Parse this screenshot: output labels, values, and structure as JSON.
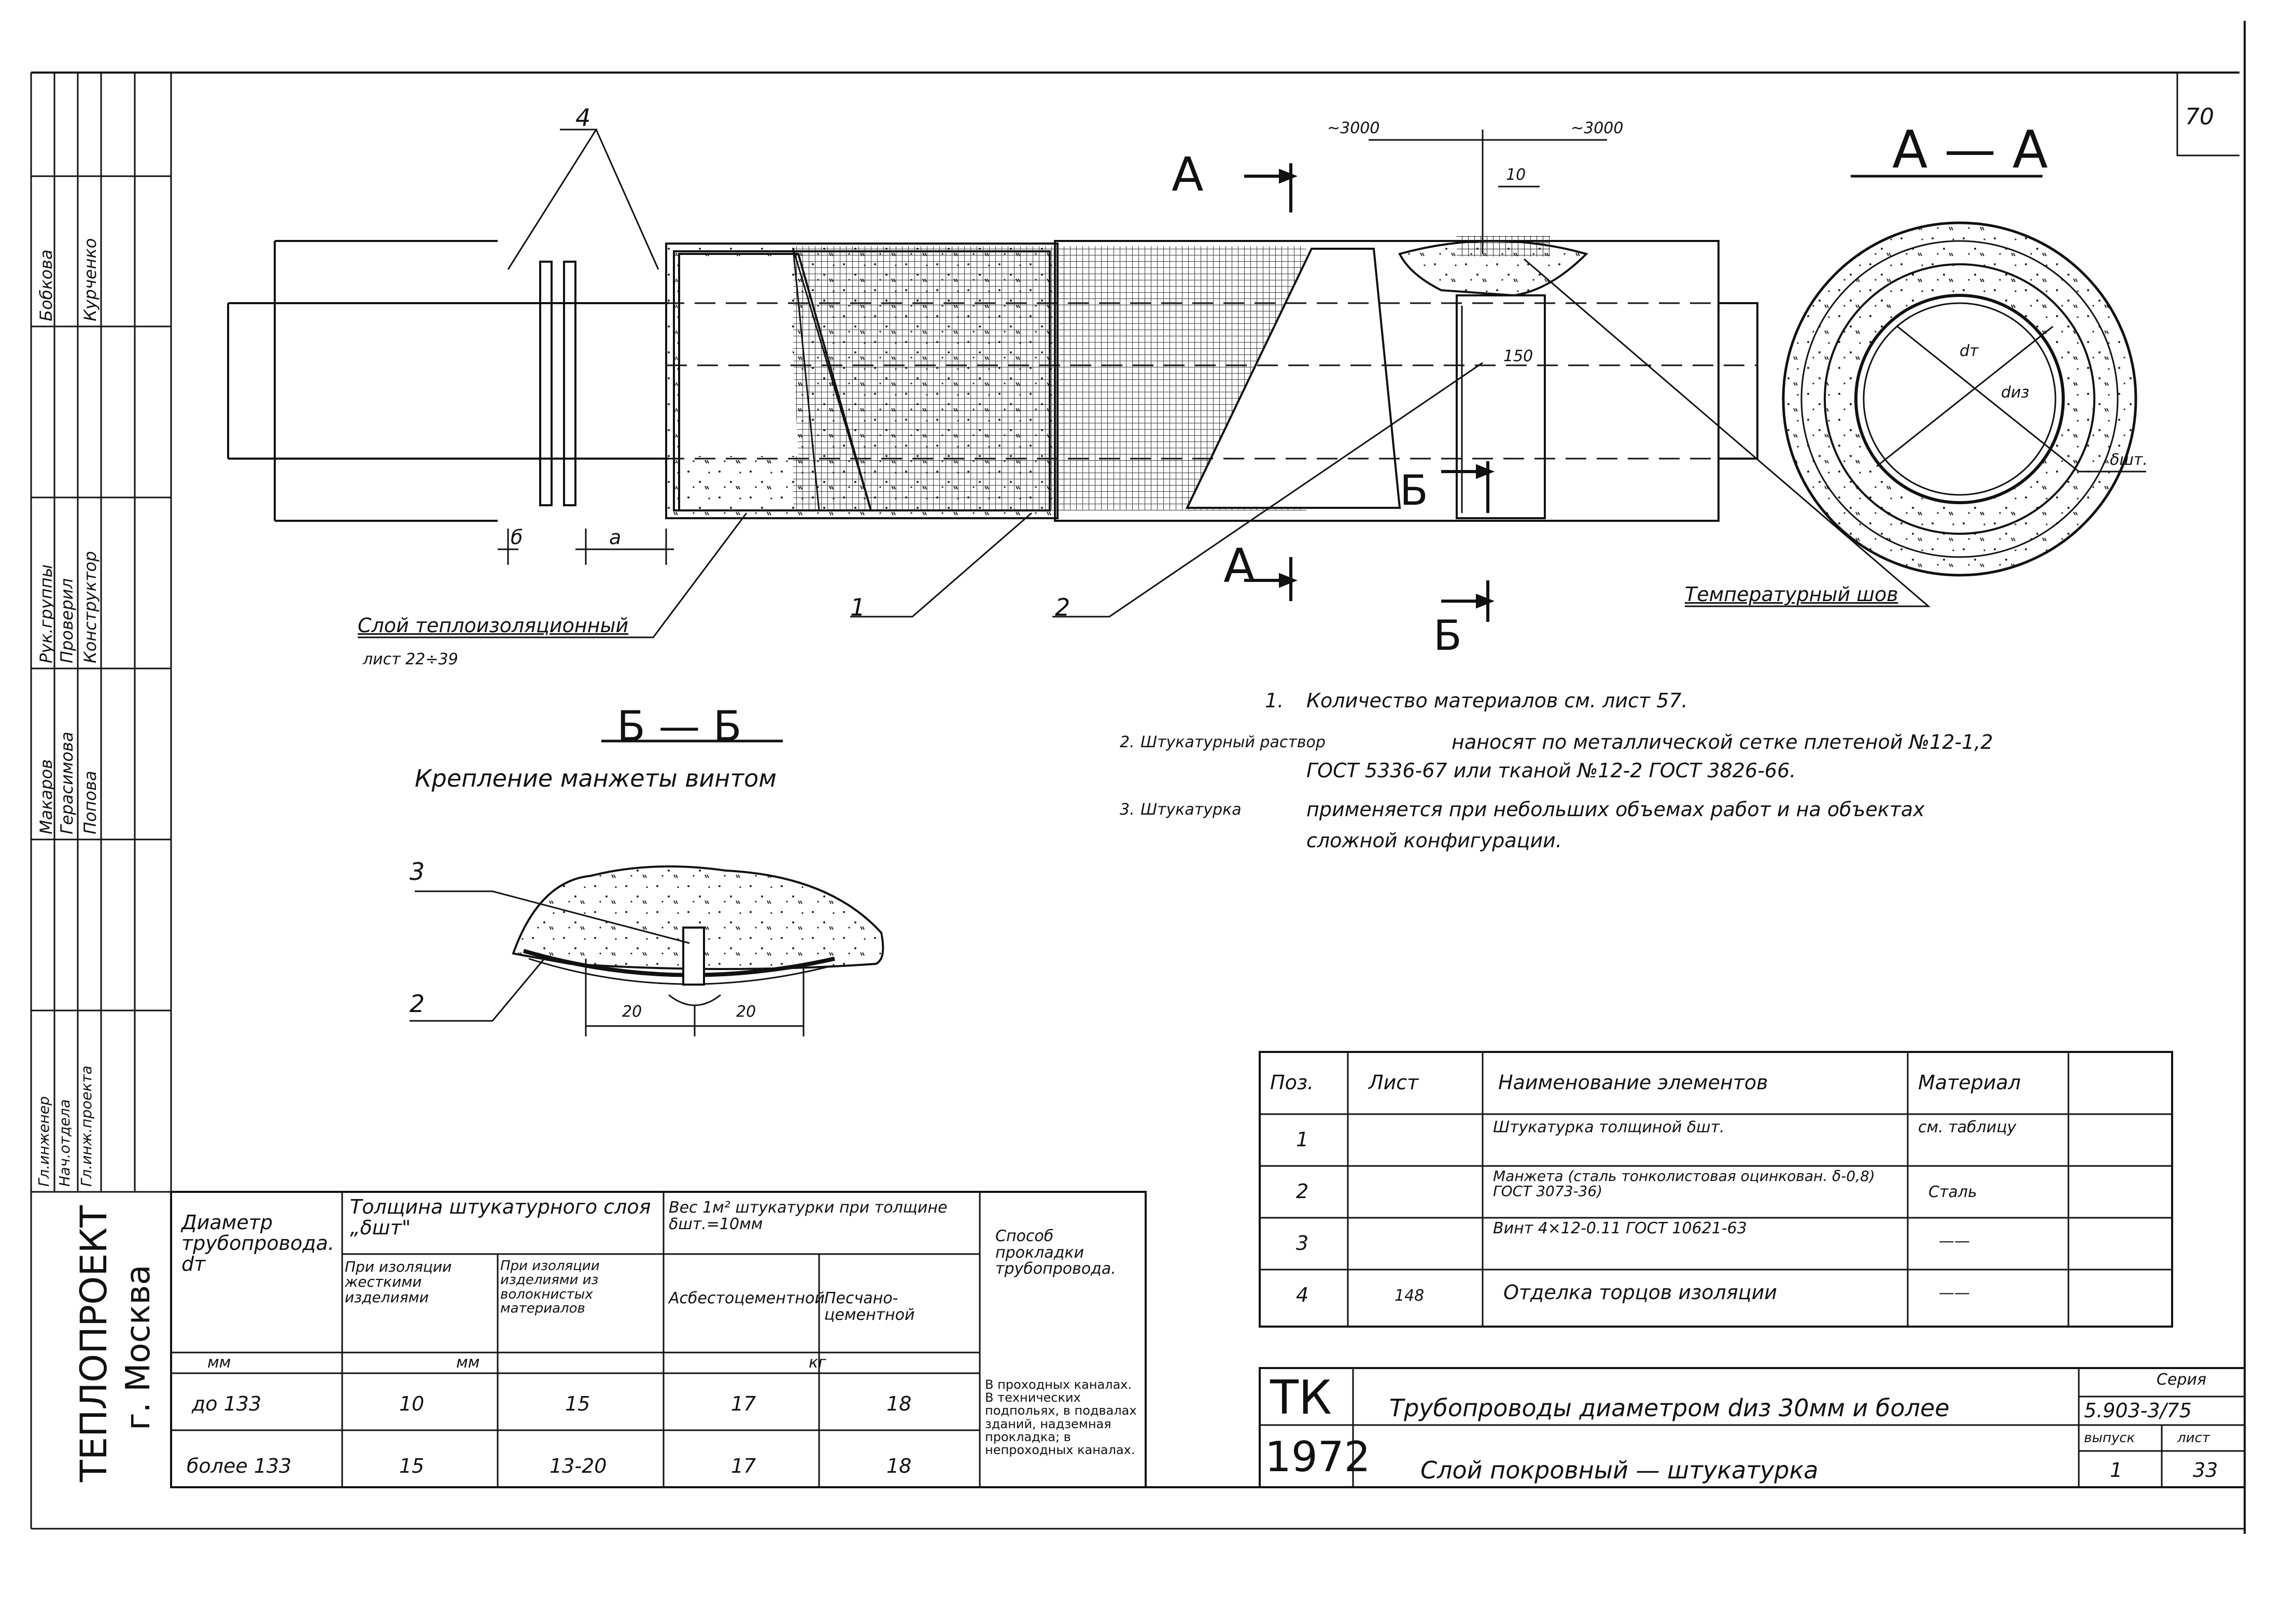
{
  "sheet_number": "70",
  "side_stamps": {
    "names_top": [
      "Бобкова",
      "Курченко"
    ],
    "roles_1": [
      "Рук.группы",
      "Проверил",
      "Конструктор"
    ],
    "names_2": [
      "Макаров",
      "Герасимова",
      "Попова"
    ],
    "roles_3": [
      "Гл.инженер",
      "Нач.отдела",
      "Гл.инж.проекта"
    ],
    "org": "ТЕПЛОПРОЕКТ",
    "city": "г. Москва"
  },
  "main_view": {
    "callout_4": "4",
    "dim_3000_left": "~3000",
    "dim_3000_right": "~3000",
    "dim_10": "10",
    "dim_150": "150",
    "dim_b": "б",
    "dim_a": "а",
    "section_A": "А",
    "section_B": "Б",
    "callout_1": "1",
    "callout_2": "2",
    "insulation_label": "Слой теплоизоляционный",
    "insulation_sheet": "лист 22÷39",
    "temp_seam": "Температурный шов"
  },
  "section_AA": {
    "title": "А — А",
    "d_t": "dт",
    "d_iz": "dиз",
    "delta": "δшт."
  },
  "section_BB": {
    "title": "Б — Б",
    "subtitle": "Крепление манжеты винтом",
    "callout_3": "3",
    "callout_2": "2",
    "dim_20_left": "20",
    "dim_20_right": "20"
  },
  "notes": [
    {
      "num": "1.",
      "lead": "",
      "line1": "Количество материалов см. лист 57.",
      "line2": ""
    },
    {
      "num": "2.",
      "lead": "Штукатурный раствор",
      "line1": "наносят по металлической сетке плетеной №12-1,2",
      "line2": "ГОСТ 5336-67 или тканой №12-2 ГОСТ 3826-66."
    },
    {
      "num": "3.",
      "lead": "Штукатурка",
      "line1": "применяется при небольших объемах работ и на объектах",
      "line2": "сложной конфигурации."
    }
  ],
  "spec_table": {
    "headers": [
      "Поз.",
      "Лист",
      "Наименование элементов",
      "Материал"
    ],
    "rows": [
      {
        "pos": "1",
        "sheet": "",
        "name": "Штукатурка толщиной δшт.",
        "material": "см. таблицу"
      },
      {
        "pos": "2",
        "sheet": "",
        "name": "Манжета (сталь тонколистовая оцинкован. δ-0,8) ГОСТ 3073-36)",
        "material": "Сталь"
      },
      {
        "pos": "3",
        "sheet": "",
        "name": "Винт 4×12-0.11 ГОСТ 10621-63",
        "material": "——"
      },
      {
        "pos": "4",
        "sheet": "148",
        "name": "Отделка торцов изоляции",
        "material": "——"
      }
    ]
  },
  "data_table": {
    "h_diam": "Диаметр трубопровода. dт",
    "h_thick": "Толщина штукатурного слоя „δшт\"",
    "h_thick_a": "При изоляции жесткими изделиями",
    "h_thick_b": "При изоляции изделиями из волокнистых материалов",
    "h_weight": "Вес 1м² штукатурки при толщине δшт.=10мм",
    "h_weight_a": "Асбестоцементной",
    "h_weight_b": "Песчано-цементной",
    "h_method": "Способ прокладки трубопровода.",
    "unit_mm1": "мм",
    "unit_mm2": "мм",
    "unit_kg": "кг",
    "rows": [
      {
        "diam": "до 133",
        "a": "10",
        "b": "15",
        "w1": "17",
        "w2": "18"
      },
      {
        "diam": "более 133",
        "a": "15",
        "b": "13-20",
        "w1": "17",
        "w2": "18"
      }
    ],
    "method_text": "В проходных каналах. В технических подпольях, в подвалах зданий, надземная прокладка; в непроходных каналах."
  },
  "title_block": {
    "logo_top": "ТК",
    "logo_bottom": "1972",
    "title1": "Трубопроводы диаметром dиз 30мм и более",
    "title2": "Слой покровный — штукатурка",
    "series_label": "Серия",
    "series_value": "5.903-3/75",
    "issue_label": "выпуск",
    "sheet_label": "лист",
    "issue_value": "1",
    "sheet_value": "33"
  }
}
